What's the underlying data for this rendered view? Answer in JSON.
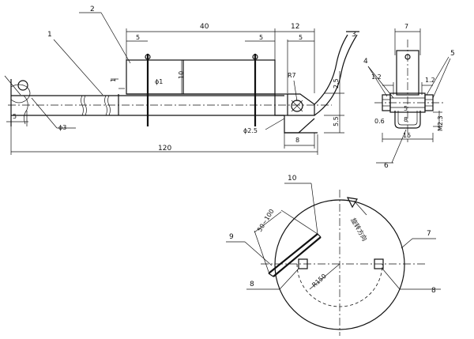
{
  "labels": {
    "part_1": "1",
    "part_2": "2",
    "part_3": "3",
    "part_4": "4",
    "part_5": "5",
    "part_6": "6",
    "part_7": "7",
    "part_8a": "8",
    "part_8b": "8",
    "part_9": "9",
    "part_10": "10"
  },
  "dims": {
    "top_40": "40",
    "top_12": "12",
    "top_5a": "5",
    "top_5b": "5",
    "top_5c": "5",
    "left_5": "5",
    "dia_1": "ϕ1",
    "h_10": "10",
    "h_1": "1",
    "dia_3": "ϕ3",
    "r_7": "R7",
    "v_2_5": "2.5",
    "v_5_5": "5.5",
    "dia_2_5": "ϕ2.5",
    "w_8": "8",
    "len_120": "120",
    "side_7": "7",
    "side_1_2a": "1.2",
    "side_1_2b": "1.2",
    "side_5": "5",
    "side_8": "8",
    "side_0_6": "0.6",
    "side_15": "15",
    "side_m2_3": "M2.3",
    "range_50_100": "50~100",
    "r_150": "R150",
    "rotation_dir": "旋转方向"
  }
}
